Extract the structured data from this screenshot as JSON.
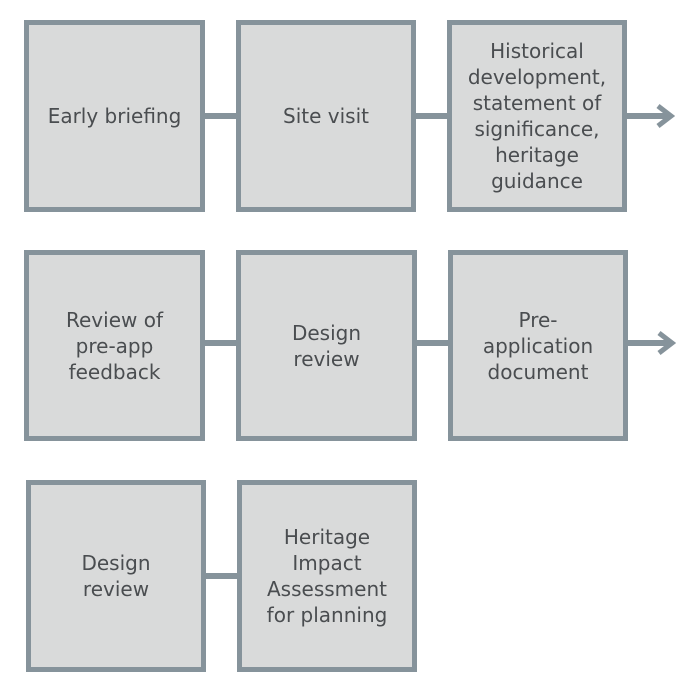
{
  "rows": [
    {
      "steps": [
        {
          "label": "Early briefing"
        },
        {
          "label": "Site visit"
        },
        {
          "label": "Historical\ndevelopment,\nstatement of\nsignificance,\nheritage\nguidance"
        }
      ]
    },
    {
      "steps": [
        {
          "label": "Review of\npre-app\nfeedback"
        },
        {
          "label": "Design\nreview"
        },
        {
          "label": "Pre-\napplication\ndocument"
        }
      ]
    },
    {
      "steps": [
        {
          "label": "Design\nreview"
        },
        {
          "label": "Heritage\nImpact\nAssessment\nfor planning"
        }
      ]
    }
  ],
  "colors": {
    "box_fill": "#d9dada",
    "box_border": "#86939b",
    "text": "#4a4d50",
    "connector": "#86939b"
  }
}
